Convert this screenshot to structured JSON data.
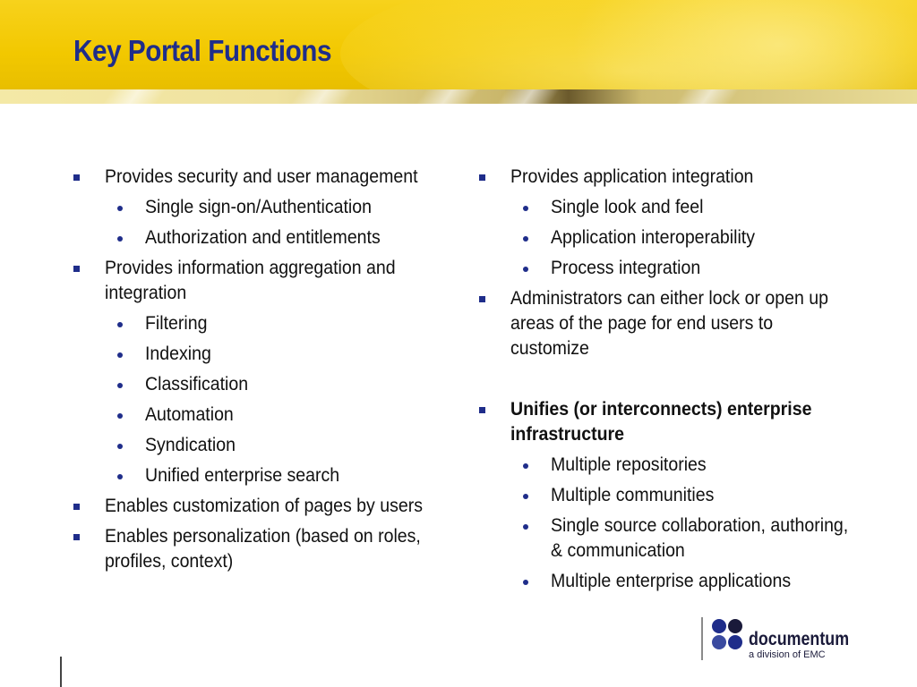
{
  "slide": {
    "title": "Key Portal Functions"
  },
  "left_column": {
    "b1": "Provides security and user management",
    "b1_sub1": "Single sign-on/Authentication",
    "b1_sub2": "Authorization and entitlements",
    "b2": "Provides information aggregation and integration",
    "b2_sub1": "Filtering",
    "b2_sub2": "Indexing",
    "b2_sub3": "Classification",
    "b2_sub4": "Automation",
    "b2_sub5": "Syndication",
    "b2_sub6": "Unified enterprise search",
    "b3": "Enables customization of pages by users",
    "b4": "Enables personalization (based on roles, profiles, context)"
  },
  "right_column": {
    "b1": "Provides application integration",
    "b1_sub1": "Single look and feel",
    "b1_sub2": "Application interoperability",
    "b1_sub3": "Process integration",
    "b2": "Administrators can either lock or open up areas of the page for end users to customize",
    "b3": "Unifies (or interconnects) enterprise infrastructure",
    "b3_sub1": "Multiple repositories",
    "b3_sub2": "Multiple communities",
    "b3_sub3": "Single source collaboration, authoring, & communication",
    "b3_sub4": "Multiple enterprise applications"
  },
  "logo": {
    "name": "documentum",
    "tagline": "a division of EMC",
    "colors": [
      "#1f2d8a",
      "#1a1a3a",
      "#3a4aa0",
      "#1f2d8a"
    ]
  },
  "colors": {
    "title": "#1f2d8a",
    "bullet": "#1f2d8a",
    "header_yellow": "#f2c800"
  }
}
